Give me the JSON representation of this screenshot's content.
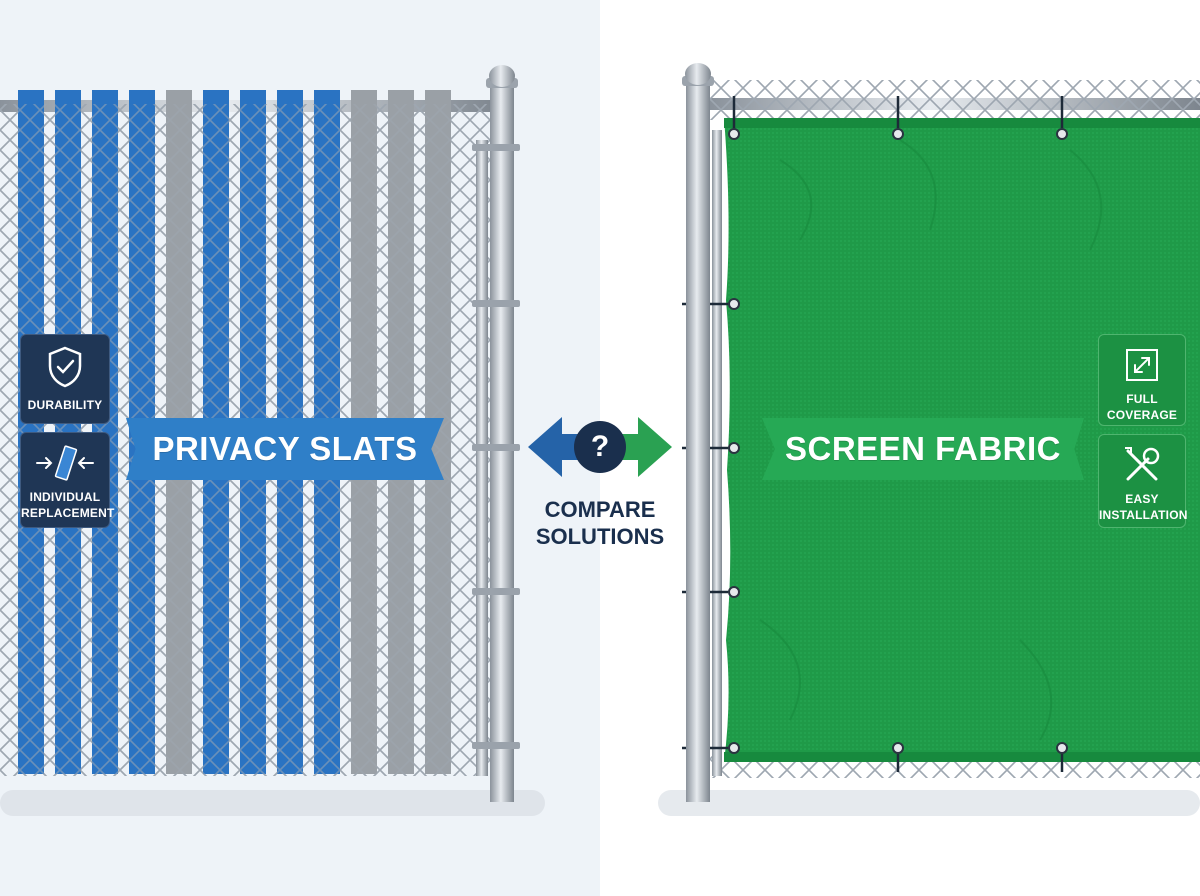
{
  "left_panel": {
    "title": "PRIVACY SLATS",
    "badges": [
      {
        "label": "DURABILITY",
        "icon": "shield-check-icon"
      },
      {
        "label_line1": "INDIVIDUAL",
        "label_line2": "REPLACEMENT",
        "icon": "slat-replace-icon"
      }
    ]
  },
  "center": {
    "symbol": "?",
    "label_line1": "COMPARE",
    "label_line2": "SOLUTIONS",
    "icon": "double-arrow-icon"
  },
  "right_panel": {
    "title": "SCREEN FABRIC",
    "badges": [
      {
        "label_line1": "FULL",
        "label_line2": "COVERAGE",
        "icon": "expand-icon"
      },
      {
        "label_line1": "EASY",
        "label_line2": "INSTALLATION",
        "icon": "tools-icon"
      }
    ]
  },
  "colors": {
    "slat_blue": "#2a73c2",
    "slat_gray": "#9aa0a6",
    "fabric_green": "#1f9a48",
    "badge_navy": "#1f3655",
    "badge_green": "#1c9143",
    "ribbon_blue": "#2f7fc8",
    "ribbon_green": "#26a955",
    "arrow_blue": "#2563a8",
    "arrow_green": "#2aa152",
    "text_navy": "#1a2f4d"
  }
}
